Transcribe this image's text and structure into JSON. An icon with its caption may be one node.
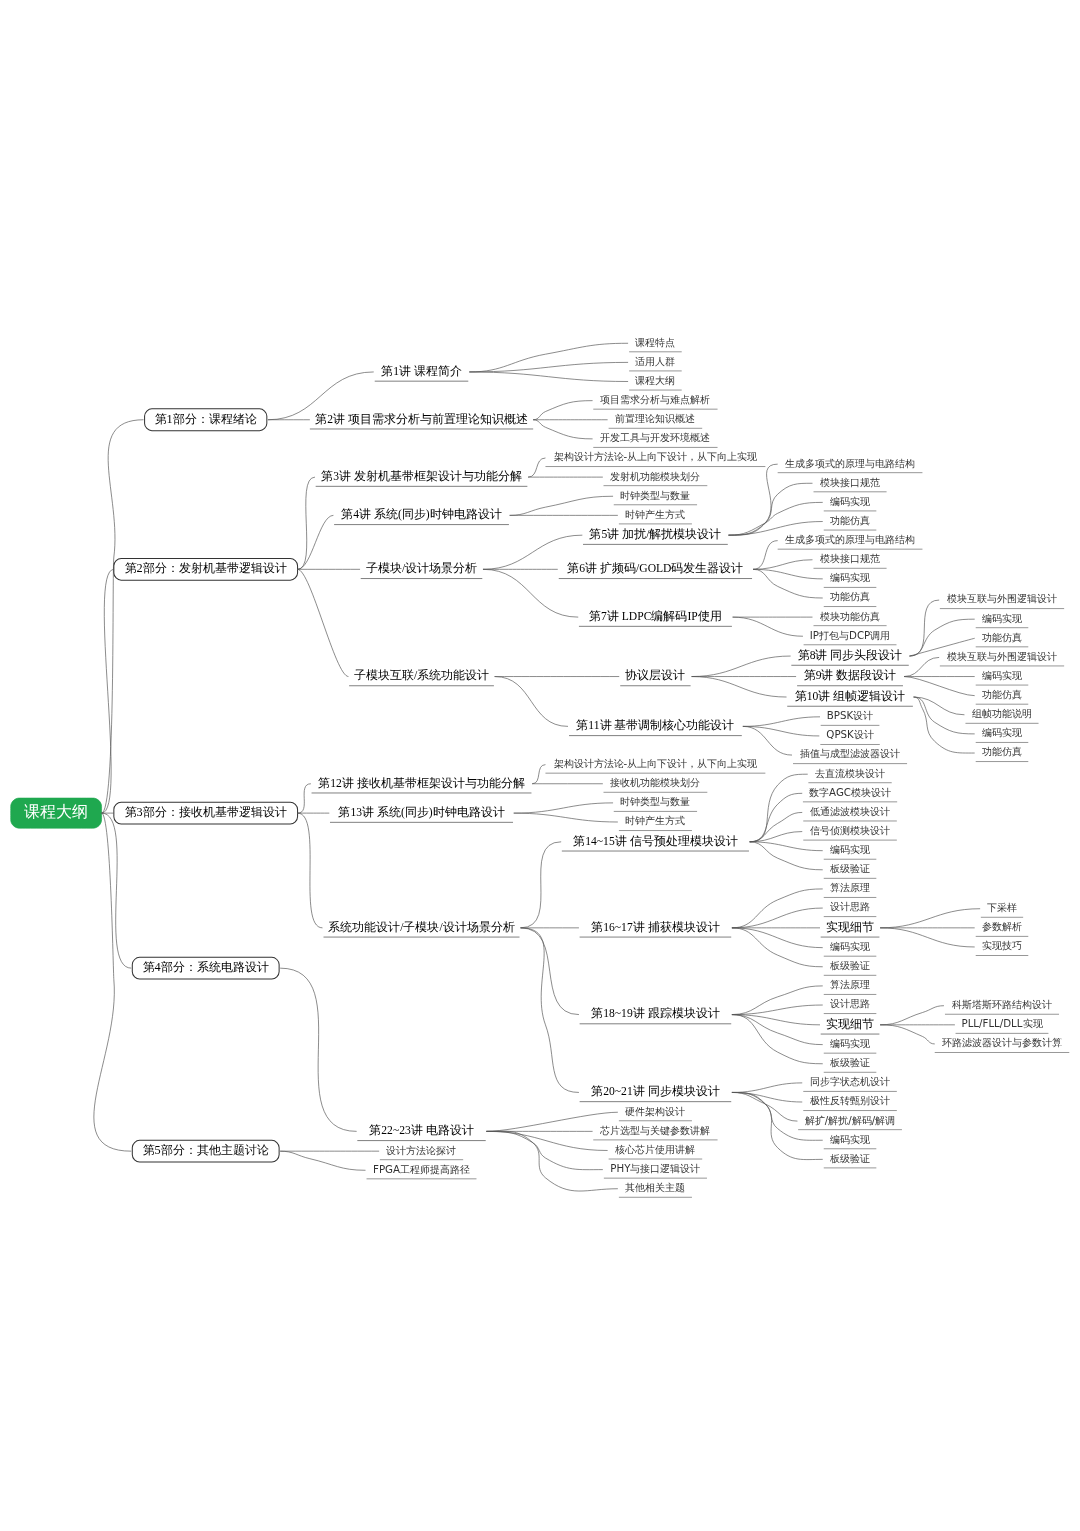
{
  "diagram": {
    "nodes": [
      {
        "text": [
          "课程大纲"
        ]
      },
      {
        "text": [
          "第1部分：课程绪论"
        ]
      },
      {
        "text": [
          "第1讲 课程简介"
        ]
      },
      {
        "text": [
          "课程特点"
        ]
      },
      {
        "text": [
          "适用人群"
        ]
      },
      {
        "text": [
          "课程大纲"
        ]
      },
      {
        "text": [
          "第2讲 项目需求分析与前置理论知识概述"
        ]
      },
      {
        "text": [
          "项目需求分析与难点解析"
        ]
      },
      {
        "text": [
          "前置理论知识概述"
        ]
      },
      {
        "text": [
          "开发工具与开发环境概述"
        ]
      },
      {
        "text": [
          "第2部分：发射机基带逻辑设计"
        ]
      },
      {
        "text": [
          "第3讲 发射机基带框架设计与功能分解"
        ]
      },
      {
        "text": [
          "架构设计方法论-从上向下设计，从下向上实现"
        ]
      },
      {
        "text": [
          "发射机功能模块划分"
        ]
      },
      {
        "text": [
          "第4讲 系统(同步)时钟电路设计"
        ]
      },
      {
        "text": [
          "时钟类型与数量"
        ]
      },
      {
        "text": [
          "时钟产生方式"
        ]
      },
      {
        "text": [
          "子模块/设计场景分析"
        ]
      },
      {
        "text": [
          "第5讲 加扰/解扰模块设计"
        ]
      },
      {
        "text": [
          "生成多项式的原理与电路结构"
        ]
      },
      {
        "text": [
          "模块接口规范"
        ]
      },
      {
        "text": [
          "编码实现"
        ]
      },
      {
        "text": [
          "功能仿真"
        ]
      },
      {
        "text": [
          "第6讲 扩频码/GOLD码发生器设计"
        ]
      },
      {
        "text": [
          "生成多项式的原理与电路结构"
        ]
      },
      {
        "text": [
          "模块接口规范"
        ]
      },
      {
        "text": [
          "编码实现"
        ]
      },
      {
        "text": [
          "功能仿真"
        ]
      },
      {
        "text": [
          "第7讲 LDPC编解码IP使用"
        ]
      },
      {
        "text": [
          "模块功能仿真"
        ]
      },
      {
        "text": [
          "IP打包与DCP调用"
        ]
      },
      {
        "text": [
          "子模块互联/系统功能设计"
        ]
      },
      {
        "text": [
          "协议层设计"
        ]
      },
      {
        "text": [
          "第8讲 同步头段设计"
        ]
      },
      {
        "text": [
          "模块互联与外围逻辑设计"
        ]
      },
      {
        "text": [
          "编码实现"
        ]
      },
      {
        "text": [
          "功能仿真"
        ]
      },
      {
        "text": [
          "第9讲 数据段设计"
        ]
      },
      {
        "text": [
          "模块互联与外围逻辑设计"
        ]
      },
      {
        "text": [
          "编码实现"
        ]
      },
      {
        "text": [
          "功能仿真"
        ]
      },
      {
        "text": [
          "第10讲 组帧逻辑设计"
        ]
      },
      {
        "text": [
          "组帧功能说明"
        ]
      },
      {
        "text": [
          "编码实现"
        ]
      },
      {
        "text": [
          "功能仿真"
        ]
      },
      {
        "text": [
          "第11讲 基带调制核心功能设计"
        ]
      },
      {
        "text": [
          "BPSK设计"
        ]
      },
      {
        "text": [
          "QPSK设计"
        ]
      },
      {
        "text": [
          "插值与成型滤波器设计"
        ]
      },
      {
        "text": [
          "第3部分：接收机基带逻辑设计"
        ]
      },
      {
        "text": [
          "第12讲 接收机基带框架设计与功能分解"
        ]
      },
      {
        "text": [
          "架构设计方法论-从上向下设计，从下向上实现"
        ]
      },
      {
        "text": [
          "接收机功能模块划分"
        ]
      },
      {
        "text": [
          "第13讲 系统(同步)时钟电路设计"
        ]
      },
      {
        "text": [
          "时钟类型与数量"
        ]
      },
      {
        "text": [
          "时钟产生方式"
        ]
      },
      {
        "text": [
          "系统功能设计/子模块/设计场景分析"
        ]
      },
      {
        "text": [
          "第14~15讲 信号预处理模块设计"
        ]
      },
      {
        "text": [
          "去直流模块设计"
        ]
      },
      {
        "text": [
          "数字AGC模块设计"
        ]
      },
      {
        "text": [
          "低通滤波模块设计"
        ]
      },
      {
        "text": [
          "信号侦测模块设计"
        ]
      },
      {
        "text": [
          "编码实现"
        ]
      },
      {
        "text": [
          "板级验证"
        ]
      },
      {
        "text": [
          "第16~17讲 捕获模块设计"
        ]
      },
      {
        "text": [
          "算法原理"
        ]
      },
      {
        "text": [
          "设计思路"
        ]
      },
      {
        "text": [
          "实现细节"
        ]
      },
      {
        "text": [
          "下采样"
        ]
      },
      {
        "text": [
          "参数解析"
        ]
      },
      {
        "text": [
          "实现技巧"
        ]
      },
      {
        "text": [
          "编码实现"
        ]
      },
      {
        "text": [
          "板级验证"
        ]
      },
      {
        "text": [
          "第18~19讲 跟踪模块设计"
        ]
      },
      {
        "text": [
          "算法原理"
        ]
      },
      {
        "text": [
          "设计思路"
        ]
      },
      {
        "text": [
          "实现细节"
        ]
      },
      {
        "text": [
          "科斯塔斯环路结构设计"
        ]
      },
      {
        "text": [
          "PLL/FLL/DLL实现"
        ]
      },
      {
        "text": [
          "环路滤波器设计与参数计算"
        ]
      },
      {
        "text": [
          "编码实现"
        ]
      },
      {
        "text": [
          "板级验证"
        ]
      },
      {
        "text": [
          "第20~21讲 同步模块设计"
        ]
      },
      {
        "text": [
          "同步字状态机设计"
        ]
      },
      {
        "text": [
          "极性反转甄别设计"
        ]
      },
      {
        "text": [
          "解扩/解扰/解码/解调"
        ]
      },
      {
        "text": [
          "编码实现"
        ]
      },
      {
        "text": [
          "板级验证"
        ]
      },
      {
        "text": [
          "第4部分：系统电路设计"
        ]
      },
      {
        "text": [
          "第22~23讲 电路设计"
        ]
      },
      {
        "text": [
          "硬件架构设计"
        ]
      },
      {
        "text": [
          "芯片选型与关键参数讲解"
        ]
      },
      {
        "text": [
          "核心芯片使用讲解"
        ]
      },
      {
        "text": [
          "PHY与接口逻辑设计"
        ]
      },
      {
        "text": [
          "其他相关主题"
        ]
      },
      {
        "text": [
          "第5部分：其他主题讨论"
        ]
      },
      {
        "text": [
          "设计方法论探讨"
        ]
      },
      {
        "text": [
          "FPGA工程师提高路径"
        ]
      }
    ],
    "edges": [
      {
        "from": 0,
        "to": 1,
        "arrow": "none"
      },
      {
        "from": 1,
        "to": 2,
        "arrow": "none"
      },
      {
        "from": 2,
        "to": 3,
        "arrow": "none"
      },
      {
        "from": 2,
        "to": 4,
        "arrow": "none"
      },
      {
        "from": 2,
        "to": 5,
        "arrow": "none"
      },
      {
        "from": 1,
        "to": 6,
        "arrow": "none"
      },
      {
        "from": 6,
        "to": 7,
        "arrow": "none"
      },
      {
        "from": 6,
        "to": 8,
        "arrow": "none"
      },
      {
        "from": 6,
        "to": 9,
        "arrow": "none"
      },
      {
        "from": 0,
        "to": 10,
        "arrow": "none"
      },
      {
        "from": 10,
        "to": 11,
        "arrow": "none"
      },
      {
        "from": 11,
        "to": 12,
        "arrow": "none"
      },
      {
        "from": 11,
        "to": 13,
        "arrow": "none"
      },
      {
        "from": 10,
        "to": 14,
        "arrow": "none"
      },
      {
        "from": 14,
        "to": 15,
        "arrow": "none"
      },
      {
        "from": 14,
        "to": 16,
        "arrow": "none"
      },
      {
        "from": 10,
        "to": 17,
        "arrow": "none"
      },
      {
        "from": 17,
        "to": 18,
        "arrow": "none"
      },
      {
        "from": 18,
        "to": 19,
        "arrow": "none"
      },
      {
        "from": 18,
        "to": 20,
        "arrow": "none"
      },
      {
        "from": 18,
        "to": 21,
        "arrow": "none"
      },
      {
        "from": 18,
        "to": 22,
        "arrow": "none"
      },
      {
        "from": 17,
        "to": 23,
        "arrow": "none"
      },
      {
        "from": 23,
        "to": 24,
        "arrow": "none"
      },
      {
        "from": 23,
        "to": 25,
        "arrow": "none"
      },
      {
        "from": 23,
        "to": 26,
        "arrow": "none"
      },
      {
        "from": 23,
        "to": 27,
        "arrow": "none"
      },
      {
        "from": 17,
        "to": 28,
        "arrow": "none"
      },
      {
        "from": 28,
        "to": 29,
        "arrow": "none"
      },
      {
        "from": 28,
        "to": 30,
        "arrow": "none"
      },
      {
        "from": 10,
        "to": 31,
        "arrow": "none"
      },
      {
        "from": 31,
        "to": 32,
        "arrow": "none"
      },
      {
        "from": 32,
        "to": 33,
        "arrow": "none"
      },
      {
        "from": 33,
        "to": 34,
        "arrow": "none"
      },
      {
        "from": 33,
        "to": 35,
        "arrow": "none"
      },
      {
        "from": 33,
        "to": 36,
        "arrow": "none"
      },
      {
        "from": 32,
        "to": 37,
        "arrow": "none"
      },
      {
        "from": 37,
        "to": 38,
        "arrow": "none"
      },
      {
        "from": 37,
        "to": 39,
        "arrow": "none"
      },
      {
        "from": 37,
        "to": 40,
        "arrow": "none"
      },
      {
        "from": 32,
        "to": 41,
        "arrow": "none"
      },
      {
        "from": 41,
        "to": 42,
        "arrow": "none"
      },
      {
        "from": 41,
        "to": 43,
        "arrow": "none"
      },
      {
        "from": 41,
        "to": 44,
        "arrow": "none"
      },
      {
        "from": 31,
        "to": 45,
        "arrow": "none"
      },
      {
        "from": 45,
        "to": 46,
        "arrow": "none"
      },
      {
        "from": 45,
        "to": 47,
        "arrow": "none"
      },
      {
        "from": 45,
        "to": 48,
        "arrow": "none"
      },
      {
        "from": 0,
        "to": 49,
        "arrow": "none"
      },
      {
        "from": 49,
        "to": 50,
        "arrow": "none"
      },
      {
        "from": 50,
        "to": 51,
        "arrow": "none"
      },
      {
        "from": 50,
        "to": 52,
        "arrow": "none"
      },
      {
        "from": 49,
        "to": 53,
        "arrow": "none"
      },
      {
        "from": 53,
        "to": 54,
        "arrow": "none"
      },
      {
        "from": 53,
        "to": 55,
        "arrow": "none"
      },
      {
        "from": 49,
        "to": 56,
        "arrow": "none"
      },
      {
        "from": 56,
        "to": 57,
        "arrow": "none"
      },
      {
        "from": 57,
        "to": 58,
        "arrow": "none"
      },
      {
        "from": 57,
        "to": 59,
        "arrow": "none"
      },
      {
        "from": 57,
        "to": 60,
        "arrow": "none"
      },
      {
        "from": 57,
        "to": 61,
        "arrow": "none"
      },
      {
        "from": 57,
        "to": 62,
        "arrow": "none"
      },
      {
        "from": 57,
        "to": 63,
        "arrow": "none"
      },
      {
        "from": 56,
        "to": 64,
        "arrow": "none"
      },
      {
        "from": 64,
        "to": 65,
        "arrow": "none"
      },
      {
        "from": 64,
        "to": 66,
        "arrow": "none"
      },
      {
        "from": 64,
        "to": 67,
        "arrow": "none"
      },
      {
        "from": 67,
        "to": 68,
        "arrow": "none"
      },
      {
        "from": 67,
        "to": 69,
        "arrow": "none"
      },
      {
        "from": 67,
        "to": 70,
        "arrow": "none"
      },
      {
        "from": 64,
        "to": 71,
        "arrow": "none"
      },
      {
        "from": 64,
        "to": 72,
        "arrow": "none"
      },
      {
        "from": 56,
        "to": 73,
        "arrow": "none"
      },
      {
        "from": 73,
        "to": 74,
        "arrow": "none"
      },
      {
        "from": 73,
        "to": 75,
        "arrow": "none"
      },
      {
        "from": 73,
        "to": 76,
        "arrow": "none"
      },
      {
        "from": 76,
        "to": 77,
        "arrow": "none"
      },
      {
        "from": 76,
        "to": 78,
        "arrow": "none"
      },
      {
        "from": 76,
        "to": 79,
        "arrow": "none"
      },
      {
        "from": 73,
        "to": 80,
        "arrow": "none"
      },
      {
        "from": 73,
        "to": 81,
        "arrow": "none"
      },
      {
        "from": 56,
        "to": 82,
        "arrow": "none"
      },
      {
        "from": 82,
        "to": 83,
        "arrow": "none"
      },
      {
        "from": 82,
        "to": 84,
        "arrow": "none"
      },
      {
        "from": 82,
        "to": 85,
        "arrow": "none"
      },
      {
        "from": 82,
        "to": 86,
        "arrow": "none"
      },
      {
        "from": 82,
        "to": 87,
        "arrow": "none"
      },
      {
        "from": 0,
        "to": 88,
        "arrow": "none"
      },
      {
        "from": 88,
        "to": 89,
        "arrow": "none"
      },
      {
        "from": 89,
        "to": 90,
        "arrow": "none"
      },
      {
        "from": 89,
        "to": 91,
        "arrow": "none"
      },
      {
        "from": 89,
        "to": 92,
        "arrow": "none"
      },
      {
        "from": 89,
        "to": 93,
        "arrow": "none"
      },
      {
        "from": 89,
        "to": 94,
        "arrow": "none"
      },
      {
        "from": 0,
        "to": 95,
        "arrow": "none"
      },
      {
        "from": 95,
        "to": 96,
        "arrow": "none"
      },
      {
        "from": 95,
        "to": 97,
        "arrow": "none"
      }
    ]
  }
}
